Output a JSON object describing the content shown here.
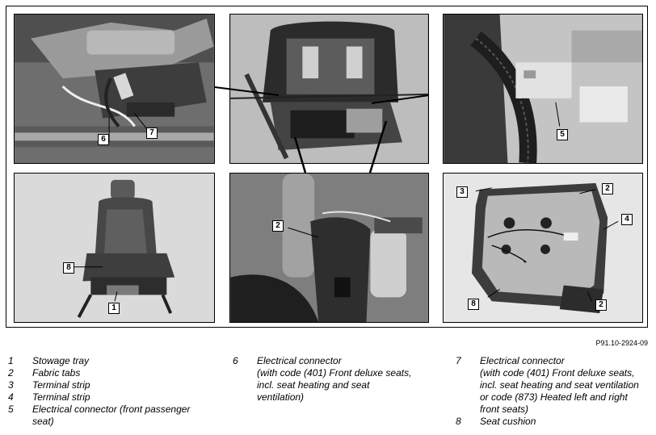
{
  "figure_ref": "P91.10-2924-09",
  "callouts": {
    "p1": [
      "6",
      "7"
    ],
    "p3": [
      "5"
    ],
    "p4": [
      "8",
      "1"
    ],
    "p5": [
      "2"
    ],
    "p6": [
      "3",
      "2",
      "4",
      "8",
      "2"
    ]
  },
  "legend": {
    "col1": [
      {
        "num": "1",
        "text": "Stowage tray"
      },
      {
        "num": "2",
        "text": "Fabric tabs"
      },
      {
        "num": "3",
        "text": "Terminal strip"
      },
      {
        "num": "4",
        "text": "Terminal strip"
      },
      {
        "num": "5",
        "text": "Electrical connector (front passenger seat)"
      }
    ],
    "col2": [
      {
        "num": "6",
        "text": "Electrical connector",
        "sub": "(with code (401) Front deluxe seats, incl. seat heating and seat ventilation)"
      }
    ],
    "col3": [
      {
        "num": "7",
        "text": "Electrical connector",
        "sub": "(with code (401) Front deluxe seats, incl. seat heating and seat ventilation or code (873) Heated left and right front seats)"
      },
      {
        "num": "8",
        "text": "Seat cushion"
      }
    ]
  }
}
